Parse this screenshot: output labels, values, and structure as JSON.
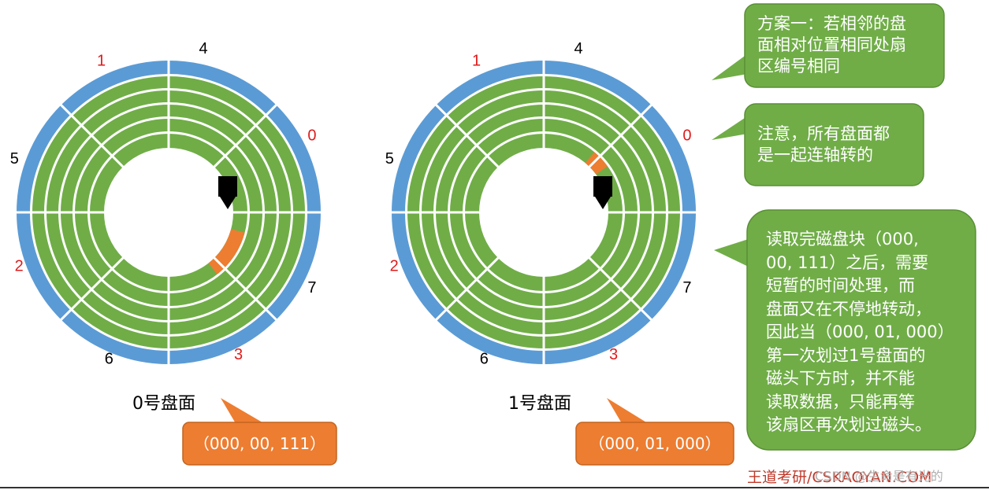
{
  "disks": [
    {
      "name": "0号盘面",
      "address": "（000, 00, 111）",
      "sector_labels": [
        {
          "text": "1",
          "color": "#e01b1b"
        },
        {
          "text": "4",
          "color": "#000000"
        },
        {
          "text": "0",
          "color": "#e01b1b"
        },
        {
          "text": "7",
          "color": "#000000"
        },
        {
          "text": "3",
          "color": "#e01b1b"
        },
        {
          "text": "6",
          "color": "#000000"
        },
        {
          "text": "2",
          "color": "#e01b1b"
        },
        {
          "text": "5",
          "color": "#000000"
        }
      ]
    },
    {
      "name": "1号盘面",
      "address": "（000, 01, 000）",
      "sector_labels": [
        {
          "text": "1",
          "color": "#e01b1b"
        },
        {
          "text": "4",
          "color": "#000000"
        },
        {
          "text": "0",
          "color": "#e01b1b"
        },
        {
          "text": "7",
          "color": "#000000"
        },
        {
          "text": "3",
          "color": "#e01b1b"
        },
        {
          "text": "6",
          "color": "#000000"
        },
        {
          "text": "2",
          "color": "#e01b1b"
        },
        {
          "text": "5",
          "color": "#000000"
        }
      ]
    }
  ],
  "notes": {
    "scheme": "方案一：若相邻的盘\n面相对位置相同处扇\n区编号相同",
    "attention": "注意，所有盘面都\n是一起连轴转的",
    "explanation": "读取完磁盘块（000,\n00, 111）之后，需要\n短暂的时间处理，而\n盘面又在不停地转动，\n因此当（000, 01, 000）\n第一次划过1号盘面的\n磁头下方时，并不能\n读取数据，只能再等\n该扇区再次划过磁头。"
  },
  "footer": {
    "brand": "王道考研/CSKAOYAN.COM",
    "watermark": "CSDN @生命是有光的"
  },
  "colors": {
    "outer_track": "#5b9bd5",
    "inner_track": "#70ad47",
    "highlight": "#ed7d31",
    "bubble_green": "#70ad47",
    "bubble_orange": "#ed7d31",
    "head": "#000000"
  }
}
